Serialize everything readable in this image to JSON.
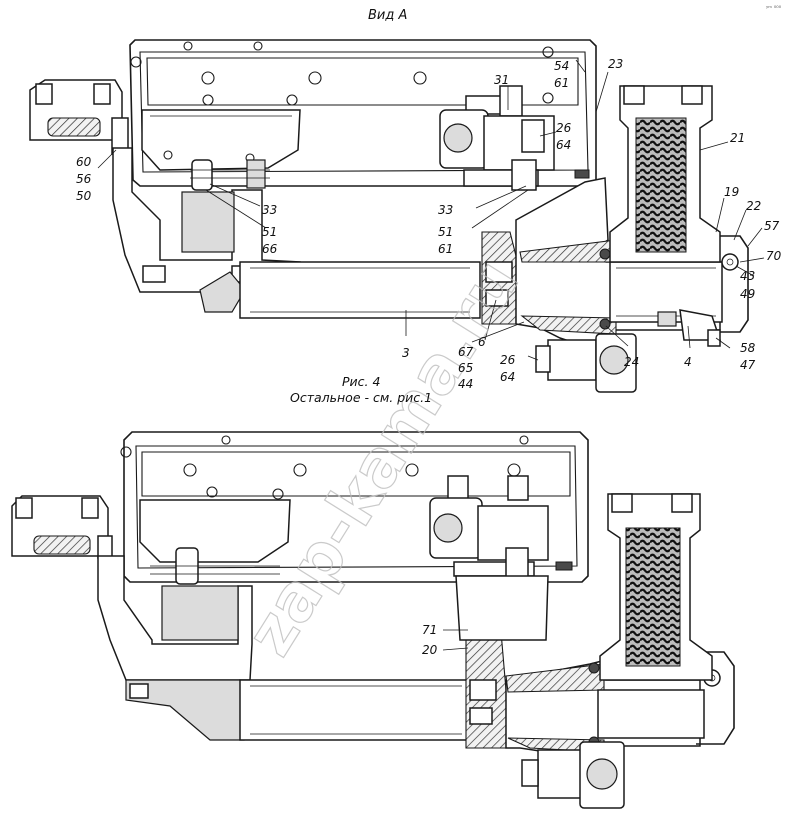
{
  "header": {
    "view_title": "Вид А",
    "corner_mark": "ʸᵐ ⁰⁰⁰"
  },
  "figure": {
    "caption_line1": "Рис. 4",
    "caption_line2": "Остальное - см. рис.1"
  },
  "watermark": "zap-kama.ru",
  "callouts_top": [
    "54",
    "61",
    "23",
    "31",
    "26",
    "64",
    "21",
    "60",
    "56",
    "50",
    "33",
    "51",
    "66",
    "33",
    "51",
    "61",
    "19",
    "22",
    "57",
    "70",
    "43",
    "49",
    "3",
    "6",
    "67",
    "65",
    "44",
    "26",
    "64",
    "24",
    "4",
    "58",
    "47"
  ],
  "callouts_bottom": [
    "71",
    "20"
  ]
}
